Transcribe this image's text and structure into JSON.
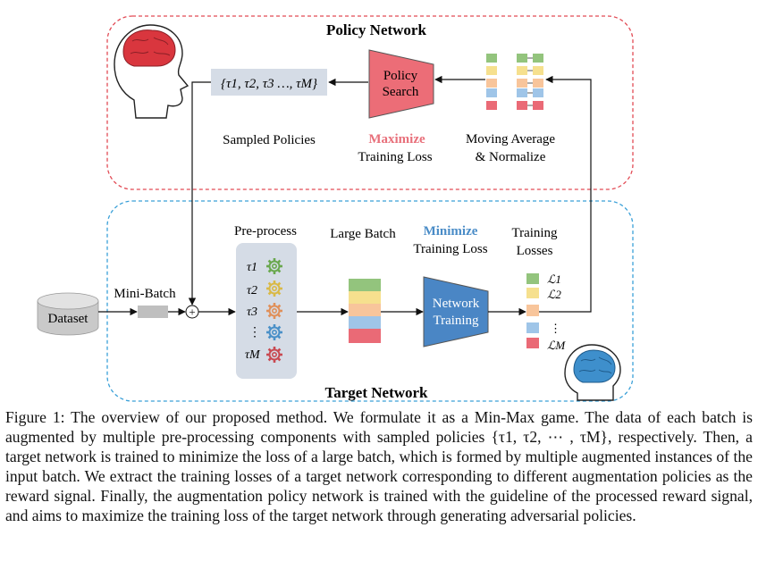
{
  "diagram": {
    "policy_box": {
      "title": "Policy Network"
    },
    "target_box": {
      "title": "Target Network"
    },
    "policy_search": {
      "line1": "Policy",
      "line2": "Search"
    },
    "sampled_set": "{τ1, τ2, τ3 …, τM}",
    "sampled_label": "Sampled Policies",
    "maximize": {
      "keyword": "Maximize",
      "rest": "Training Loss",
      "color": "#e8707b"
    },
    "moving_average": {
      "line1": "Moving Average",
      "line2": "& Normalize"
    },
    "dataset": "Dataset",
    "mini_batch": "Mini-Batch",
    "plus": "+",
    "preprocess": {
      "label": "Pre-process",
      "taus": [
        "τ1",
        "τ2",
        "τ3",
        "⋮",
        "τM"
      ],
      "gear_colors": [
        "#6aa84f",
        "#d9b948",
        "#e0905a",
        "#4a90c8",
        "#c94a52"
      ]
    },
    "large_batch": "Large Batch",
    "minimize": {
      "keyword": "Minimize",
      "rest": "Training Loss",
      "color": "#4a8cc7"
    },
    "network_training": {
      "line1": "Network",
      "line2": "Training"
    },
    "training_losses": {
      "line1": "Training",
      "line2": "Losses",
      "labels": [
        "ℒ1",
        "ℒ2",
        "⋮",
        "ℒM"
      ]
    },
    "stack_colors": [
      "#93c47d",
      "#f6e08e",
      "#f8c59b",
      "#9fc5e8",
      "#ea6a76"
    ],
    "brain_icons": [
      "red-brain-head-icon",
      "blue-brain-head-icon"
    ]
  },
  "caption": {
    "text": "Figure 1: The overview of our proposed method. We formulate it as a Min-Max game. The data of each batch is augmented by multiple pre-processing components with sampled policies {τ1, τ2, ⋯ , τM}, respectively. Then, a target network is trained to minimize the loss of a large batch, which is formed by multiple augmented instances of the input batch. We extract the training losses of a target network corresponding to different augmentation policies as the reward signal. Finally, the augmentation policy network is trained with the guideline of the processed reward signal, and aims to maximize the training loss of the target network through generating adversarial policies."
  }
}
